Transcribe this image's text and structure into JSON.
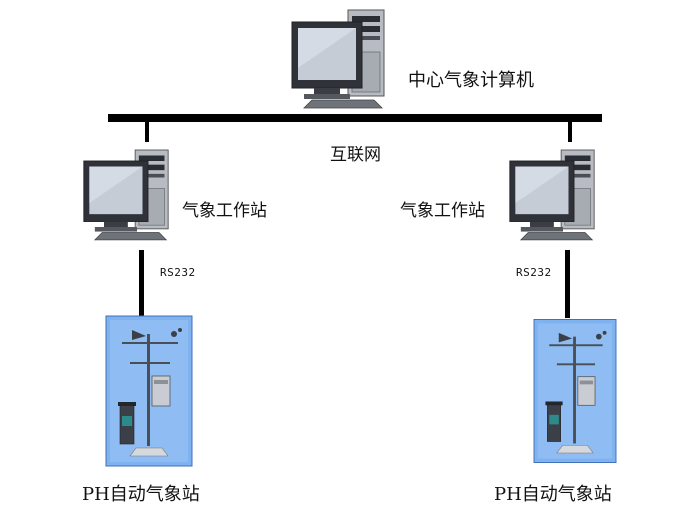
{
  "nodes": {
    "center": {
      "label": "中心气象计算机"
    },
    "network": {
      "label": "互联网"
    },
    "workstation_left": {
      "label": "气象工作站",
      "link_label": "RS232"
    },
    "workstation_right": {
      "label": "气象工作站",
      "link_label": "RS232"
    },
    "station_left": {
      "label": "PH自动气象站"
    },
    "station_right": {
      "label": "PH自动气象站"
    }
  },
  "colors": {
    "line": "#000000",
    "panel_blue": "#7fb2f0",
    "monitor_screen": "#b9c3cf",
    "case_grey": "#9aa0a6"
  },
  "icons": [
    "computer-icon",
    "weather-station-icon"
  ]
}
